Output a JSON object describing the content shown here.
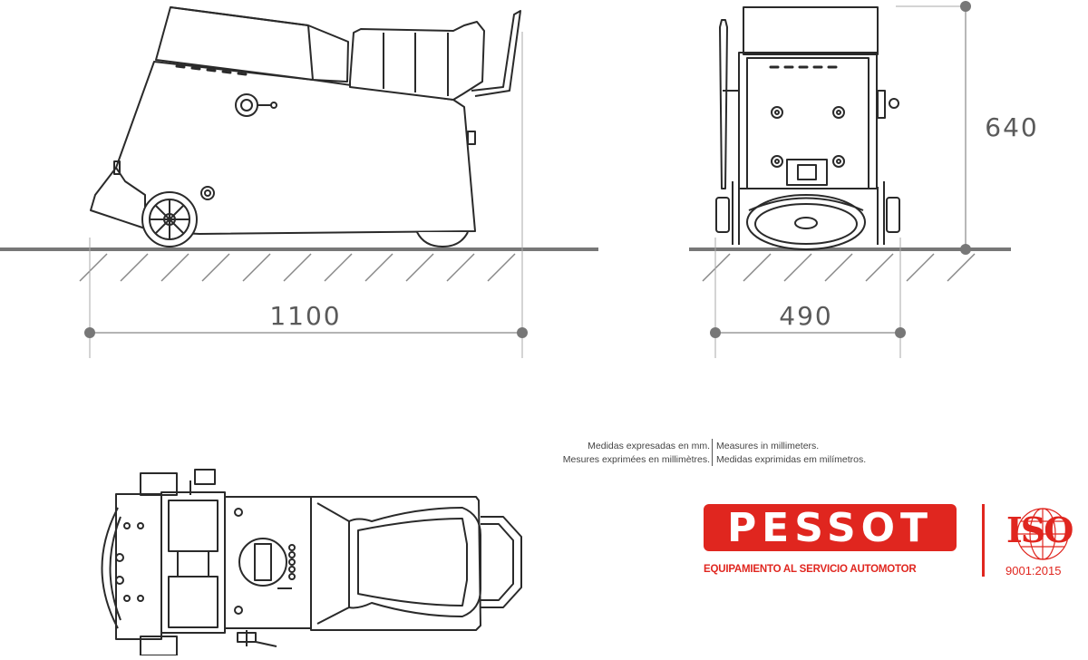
{
  "dimensions": {
    "side_length": "1100",
    "front_width": "490",
    "height": "640"
  },
  "notes": {
    "es": "Medidas expresadas en mm.",
    "fr": "Mesures exprimées en millimètres.",
    "en": "Measures in millimeters.",
    "pt": "Medidas exprimidas em milímetros."
  },
  "brand": {
    "name": "PESSOT",
    "tagline": "EQUIPAMIENTO AL SERVICIO AUTOMOTOR",
    "iso_mark": "ISO",
    "iso_standard": "9001:2015"
  },
  "colors": {
    "line": "#2a2a2a",
    "dimension": "#777777",
    "brand_red": "#e0261f"
  }
}
